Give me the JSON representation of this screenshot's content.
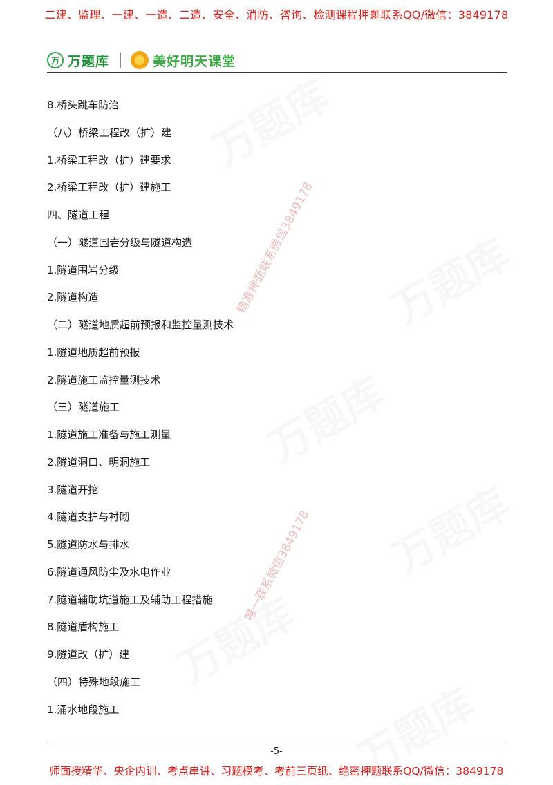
{
  "header": {
    "banner": "二建、监理、一建、一造、二造、安全、消防、咨询、检测课程押题联系QQ/微信：3849178",
    "logo_mark": "万",
    "logo_brand": "万题库",
    "logo_partner": "美好明天课堂"
  },
  "content": {
    "lines": [
      "8.桥头跳车防治",
      "（八）桥梁工程改（扩）建",
      "1.桥梁工程改（扩）建要求",
      "2.桥梁工程改（扩）建施工",
      "四、隧道工程",
      "（一）隧道围岩分级与隧道构造",
      "1.隧道围岩分级",
      "2.隧道构造",
      "（二）隧道地质超前预报和监控量测技术",
      "1.隧道地质超前预报",
      "2.隧道施工监控量测技术",
      "（三）隧道施工",
      "1.隧道施工准备与施工测量",
      "2.隧道洞口、明洞施工",
      "3.隧道开挖",
      "4.隧道支护与衬砌",
      "5.隧道防水与排水",
      "6.隧道通风防尘及水电作业",
      "7.隧道辅助坑道施工及辅助工程措施",
      "8.隧道盾构施工",
      "9.隧道改（扩）建",
      "（四）特殊地段施工",
      "1.涌水地段施工"
    ]
  },
  "footer": {
    "page_number": "-5-",
    "banner": "师面授精华、央企内训、考点串讲、习题模考、考前三页纸、绝密押题联系QQ/微信：3849178"
  },
  "watermarks": {
    "text_1": "精准押题联系微信3849178",
    "text_2": "唯一联系微信3849178",
    "logo": "万题库"
  }
}
